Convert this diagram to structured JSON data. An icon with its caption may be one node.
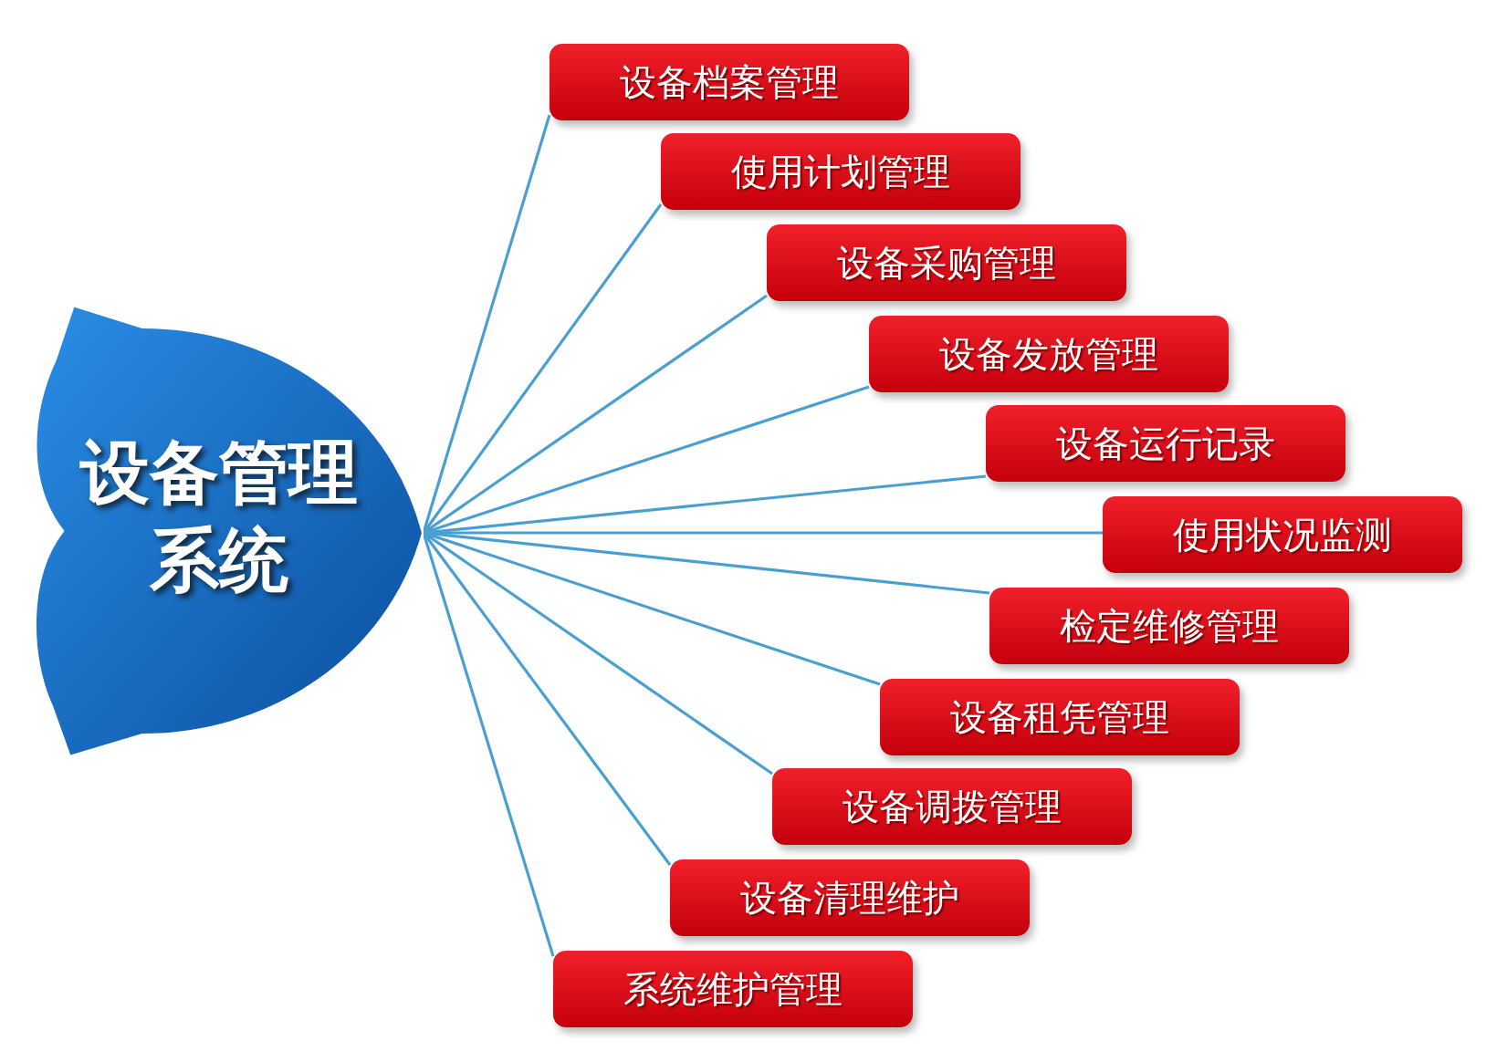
{
  "diagram": {
    "nodes": [
      {
        "text": [
          "设备管理系统"
        ]
      },
      {
        "text": [
          "设备档案管理"
        ]
      },
      {
        "text": [
          "使用计划管理"
        ]
      },
      {
        "text": [
          "设备采购管理"
        ]
      },
      {
        "text": [
          "设备发放管理"
        ]
      },
      {
        "text": [
          "设备运行记录"
        ]
      },
      {
        "text": [
          "使用状况监测"
        ]
      },
      {
        "text": [
          "检定维修管理"
        ]
      },
      {
        "text": [
          "设备租凭管理"
        ]
      },
      {
        "text": [
          "设备调拨管理"
        ]
      },
      {
        "text": [
          "设备清理维护"
        ]
      },
      {
        "text": [
          "系统维护管理"
        ]
      }
    ],
    "edges": [
      {
        "from": 0,
        "to": 1,
        "arrow": "none"
      },
      {
        "from": 0,
        "to": 2,
        "arrow": "none"
      },
      {
        "from": 0,
        "to": 3,
        "arrow": "none"
      },
      {
        "from": 0,
        "to": 4,
        "arrow": "none"
      },
      {
        "from": 0,
        "to": 5,
        "arrow": "none"
      },
      {
        "from": 0,
        "to": 6,
        "arrow": "none"
      },
      {
        "from": 0,
        "to": 7,
        "arrow": "none"
      },
      {
        "from": 0,
        "to": 8,
        "arrow": "none"
      },
      {
        "from": 0,
        "to": 9,
        "arrow": "none"
      },
      {
        "from": 0,
        "to": 10,
        "arrow": "none"
      },
      {
        "from": 0,
        "to": 11,
        "arrow": "none"
      }
    ]
  }
}
